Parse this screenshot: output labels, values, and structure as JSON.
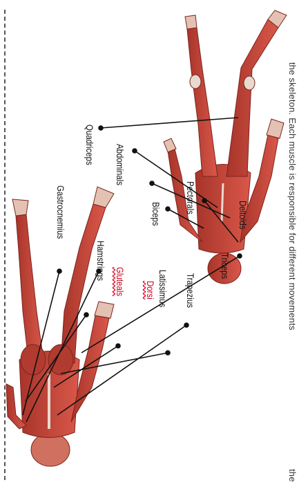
{
  "caption": {
    "line1": "the skeleton. Each muscle is responsible for different movements",
    "line2": "the"
  },
  "front_labels": {
    "quadriceps": "Quadriceps",
    "pectorals": "Pectorals",
    "biceps": "Biceps",
    "abdominals": "Abdominals",
    "deltoids": "Deltoids"
  },
  "back_labels": {
    "triceps": "Triceps",
    "trapezius": "Trapezius",
    "latissimus_line1": "Latissimus",
    "latissimus_line2": "Dorsi",
    "gluteals": "Gluteals",
    "hamstrings": "Hamstrings",
    "gastrocnemius": "Gastrocnemius"
  },
  "colors": {
    "muscle": "#c8473a",
    "muscle_dark": "#8f2a22",
    "tendon": "#e9d9cf",
    "leader": "#111111",
    "misspelled": "#c4001a"
  },
  "icons": {
    "front-figure": "front-muscle-figure",
    "back-figure": "back-muscle-figure"
  }
}
